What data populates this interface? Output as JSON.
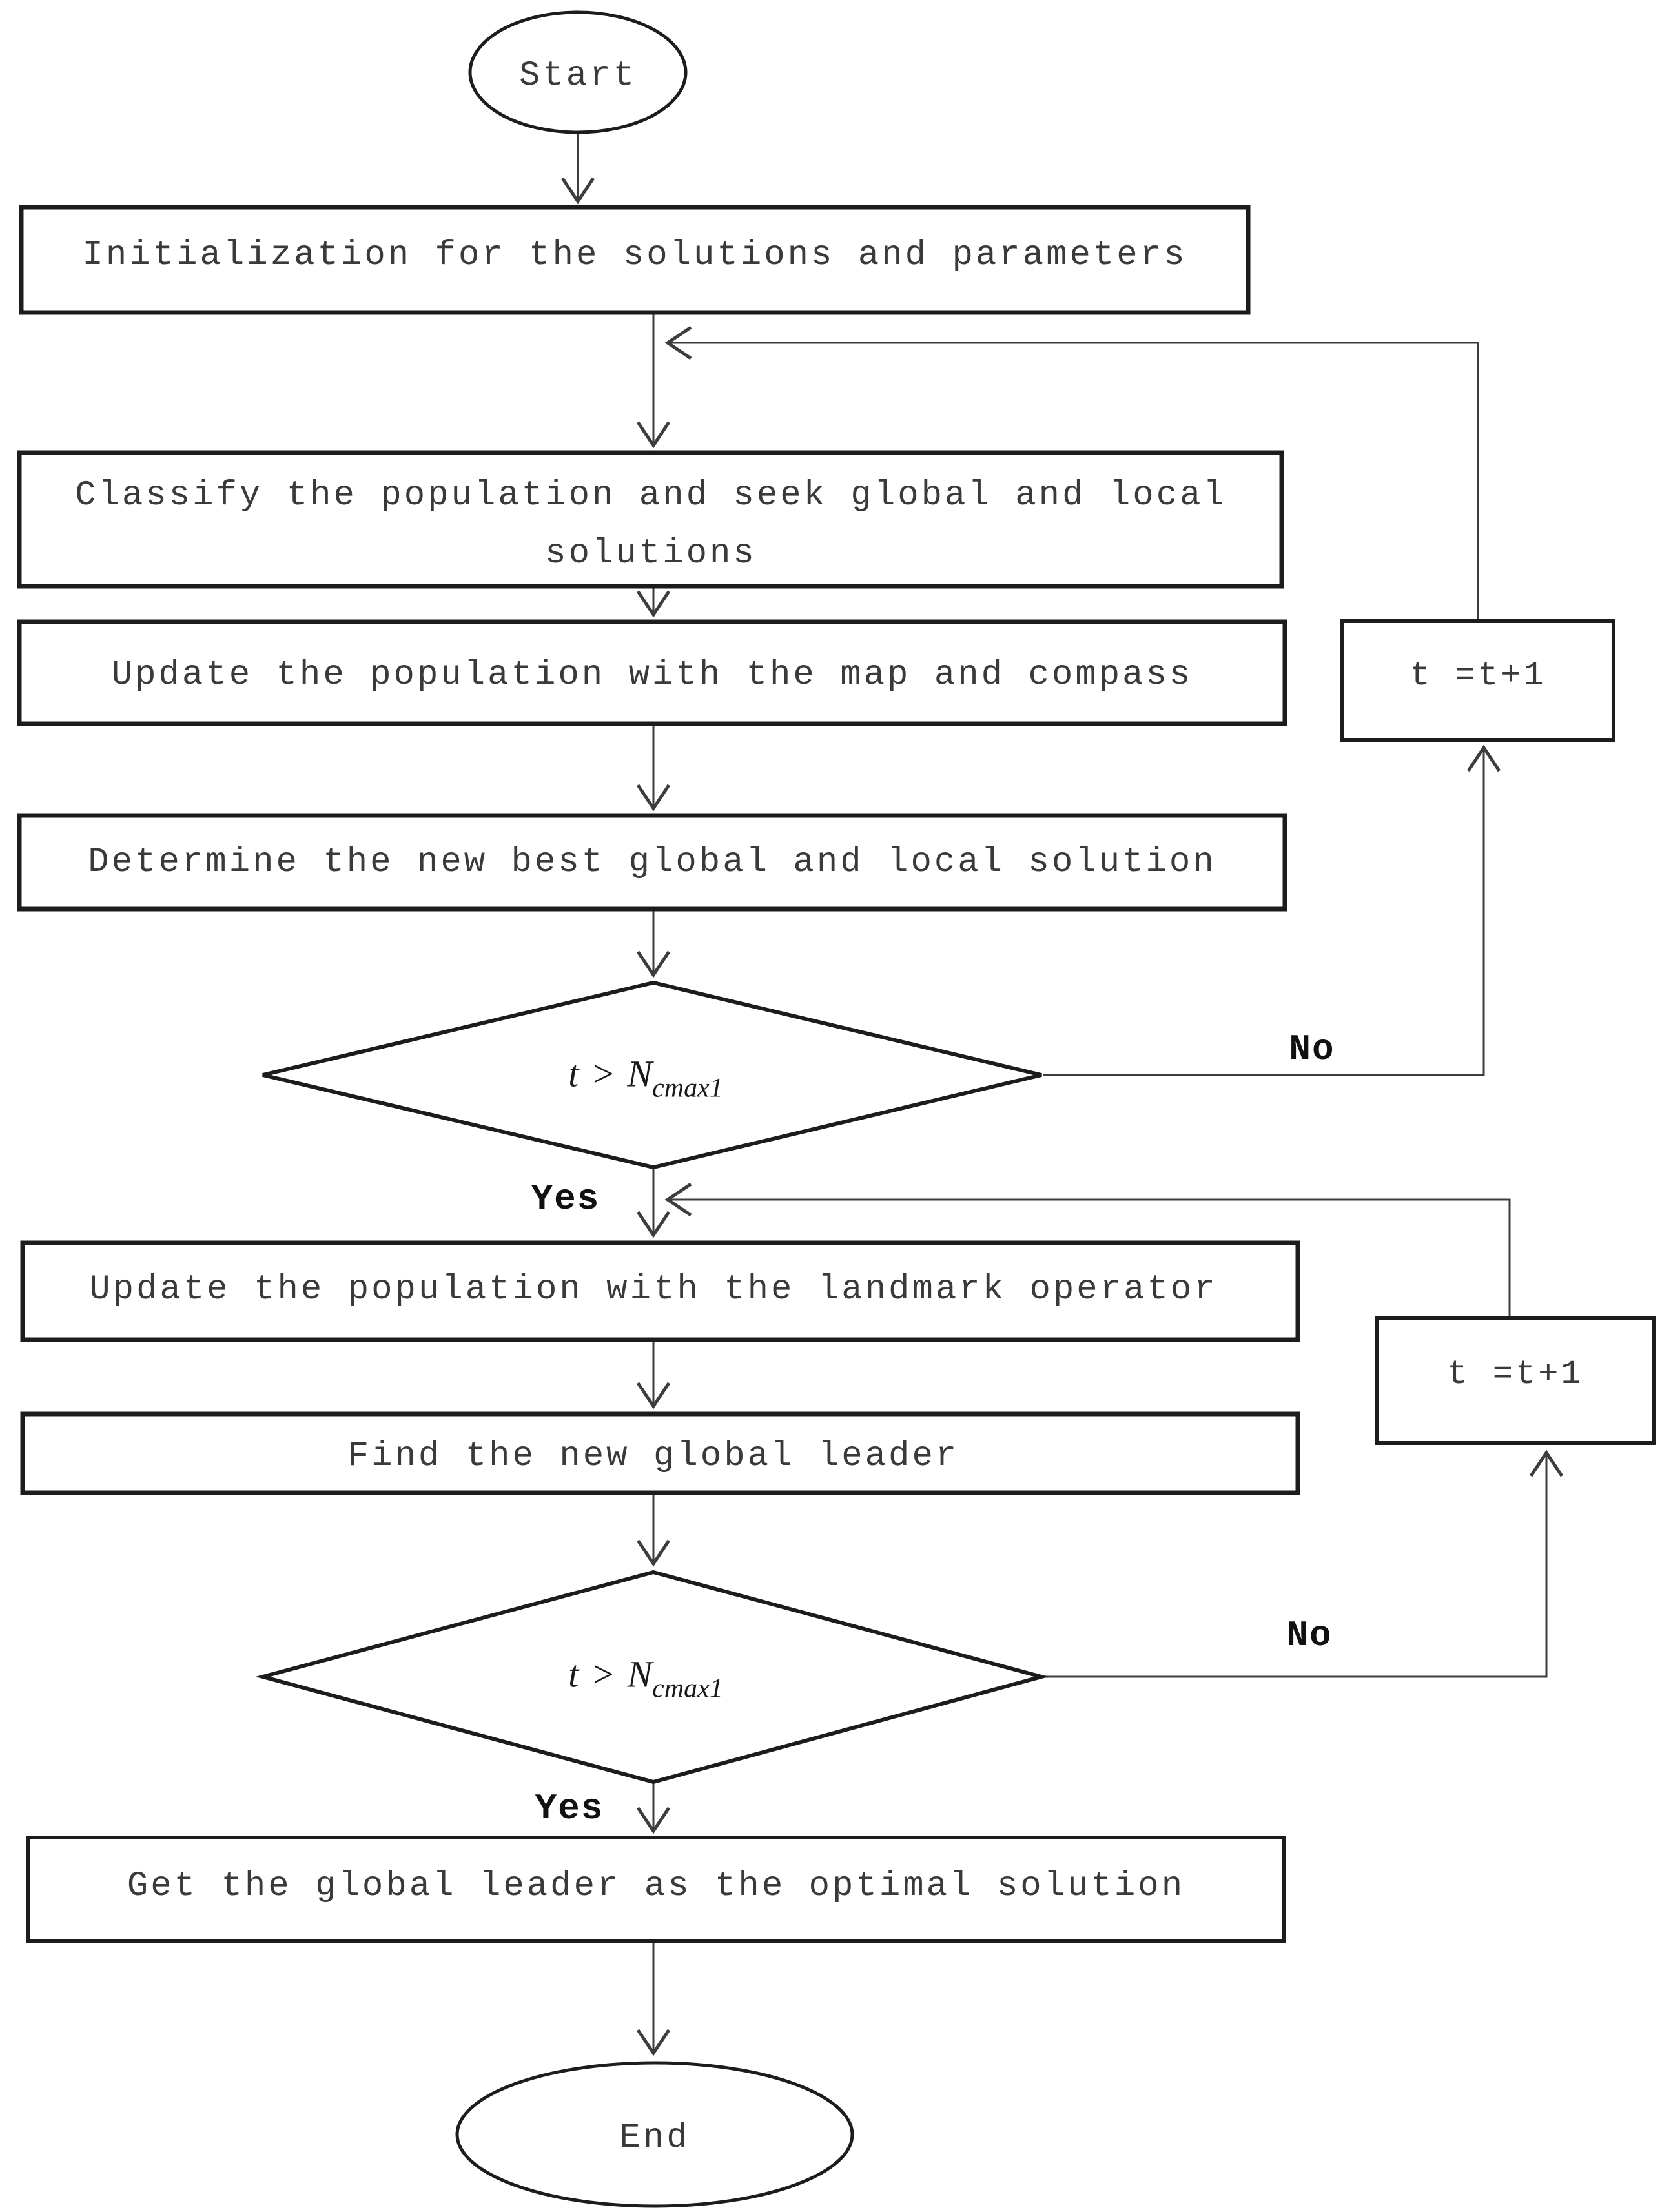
{
  "diagram": {
    "type": "flowchart",
    "nodes": {
      "start": {
        "label": "Start"
      },
      "init": {
        "label": "Initialization for the solutions and parameters"
      },
      "classify": {
        "line1": "Classify the population and seek global and local",
        "line2": "solutions"
      },
      "map_compass": {
        "label": "Update the population with the map and compass"
      },
      "determine": {
        "label": "Determine the new best global and local solution"
      },
      "decision1": {
        "lhs": "t",
        "op": ">",
        "rhs": "N",
        "sub": "cmax1"
      },
      "t_inc1": {
        "label": "t =t+1"
      },
      "landmark": {
        "label": "Update the population with the landmark operator"
      },
      "find_leader": {
        "label": "Find the new global leader"
      },
      "decision2": {
        "lhs": "t",
        "op": ">",
        "rhs": "N",
        "sub": "cmax1"
      },
      "t_inc2": {
        "label": "t =t+1"
      },
      "get_leader": {
        "label": "Get the global leader as the optimal solution"
      },
      "end": {
        "label": "End"
      }
    },
    "edge_labels": {
      "no1": "No",
      "yes1": "Yes",
      "no2": "No",
      "yes2": "Yes"
    },
    "colors": {
      "background": "#ffffff",
      "shape_stroke": "#1c1c1c",
      "connector": "#3d3d3d",
      "text": "#3a3a3a",
      "label_text": "#111111"
    }
  }
}
